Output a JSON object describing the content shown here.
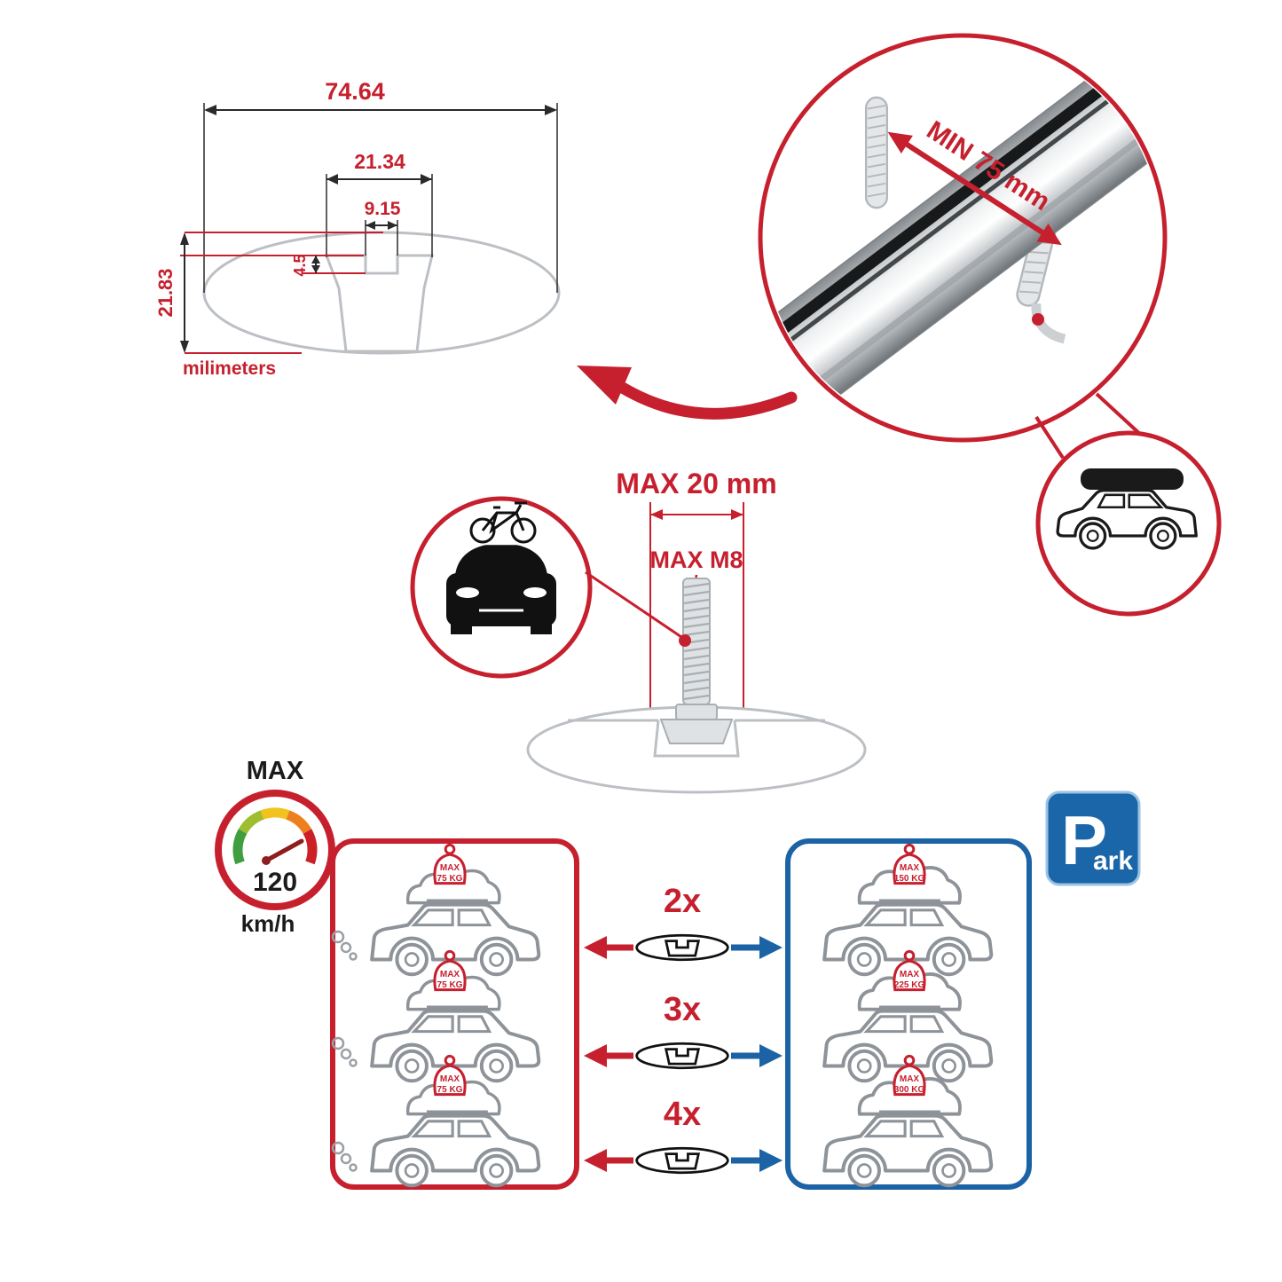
{
  "colors": {
    "accent_red": "#c6202e",
    "accent_blue": "#1b63a4",
    "diagram_gray": "#bcc0c4",
    "line_black": "#1b1b1b"
  },
  "cross_section": {
    "total_width": "74.64",
    "outer_channel_width": "21.34",
    "slot_width": "9.15",
    "slot_depth": "4.5",
    "total_height": "21.83",
    "units_label": "milimeters"
  },
  "bar_detail": {
    "min_clamp_spacing": "MIN 75 mm"
  },
  "fastener": {
    "max_diameter": "MAX 20 mm",
    "max_thread": "MAX M8"
  },
  "speed_limit": {
    "label": "MAX",
    "value": "120",
    "unit": "km/h"
  },
  "driving_box": {
    "cars": [
      {
        "tag_title": "MAX",
        "tag_load": "75 KG"
      },
      {
        "tag_title": "MAX",
        "tag_load": "75 KG"
      },
      {
        "tag_title": "MAX",
        "tag_load": "75 KG"
      }
    ]
  },
  "bar_counts": [
    {
      "count": "2x"
    },
    {
      "count": "3x"
    },
    {
      "count": "4x"
    }
  ],
  "parked_box": {
    "cars": [
      {
        "tag_title": "MAX",
        "tag_load": "150 KG"
      },
      {
        "tag_title": "MAX",
        "tag_load": "225 KG"
      },
      {
        "tag_title": "MAX",
        "tag_load": "300 KG"
      }
    ]
  },
  "parking_sign": {
    "letter": "P",
    "suffix": "ark"
  }
}
